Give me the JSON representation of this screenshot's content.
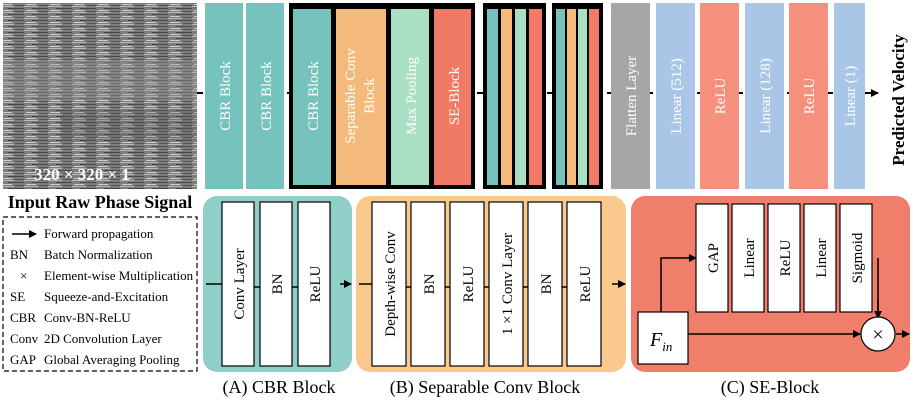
{
  "colors": {
    "cbr": "#76c3bd",
    "sep_conv": "#f4ba7c",
    "max_pool": "#a9dfc2",
    "se": "#f07a66",
    "flatten": "#a6a6a6",
    "linear": "#a9c6e6",
    "relu": "#f4907c",
    "frame": "#000000",
    "sep_panel": "#f8c88c",
    "cbr_panel": "#8fcfc8",
    "se_panel": "#ef7e6a"
  },
  "input": {
    "dims": "320 × 320 × 1",
    "caption": "Input Raw Phase Signal"
  },
  "top_pipeline": {
    "cbr_1": "CBR Block",
    "cbr_2": "CBR Block",
    "group": {
      "cbr": "CBR Block",
      "sep_line1": "Separable Conv",
      "sep_line2": "Block",
      "max_pool": "Max Pooling",
      "se": "SE-Block"
    },
    "flatten": "Flatten Layer",
    "linear_512": "Linear (512)",
    "relu_1": "ReLU",
    "linear_128": "Linear (128)",
    "relu_2": "ReLU",
    "linear_1": "Linear (1)",
    "output": "Predicted Velocity"
  },
  "legend": [
    {
      "key": "",
      "desc": "Forward propagation",
      "icon": "arrow-icon"
    },
    {
      "key": "BN",
      "desc": "Batch Normalization"
    },
    {
      "key": "×",
      "desc": "Element-wise Multiplication"
    },
    {
      "key": "SE",
      "desc": "Squeeze-and-Excitation"
    },
    {
      "key": "CBR",
      "desc": "Conv-BN-ReLU"
    },
    {
      "key": "Conv",
      "desc": "2D Convolution Layer"
    },
    {
      "key": "GAP",
      "desc": "Global Averaging Pooling"
    }
  ],
  "panel_a": {
    "caption": "(A) CBR Block",
    "layers": [
      "Conv Layer",
      "BN",
      "ReLU"
    ]
  },
  "panel_b": {
    "caption": "(B) Separable Conv Block",
    "layers": [
      "Depth-wise Conv",
      "BN",
      "ReLU",
      "1 ×1 Conv Layer",
      "BN",
      "ReLU"
    ]
  },
  "panel_c": {
    "caption": "(C) SE-Block",
    "input_label": "F",
    "input_sub": "in",
    "layers": [
      "GAP",
      "Linear",
      "ReLU",
      "Linear",
      "Sigmoid"
    ],
    "multiply": "×"
  }
}
